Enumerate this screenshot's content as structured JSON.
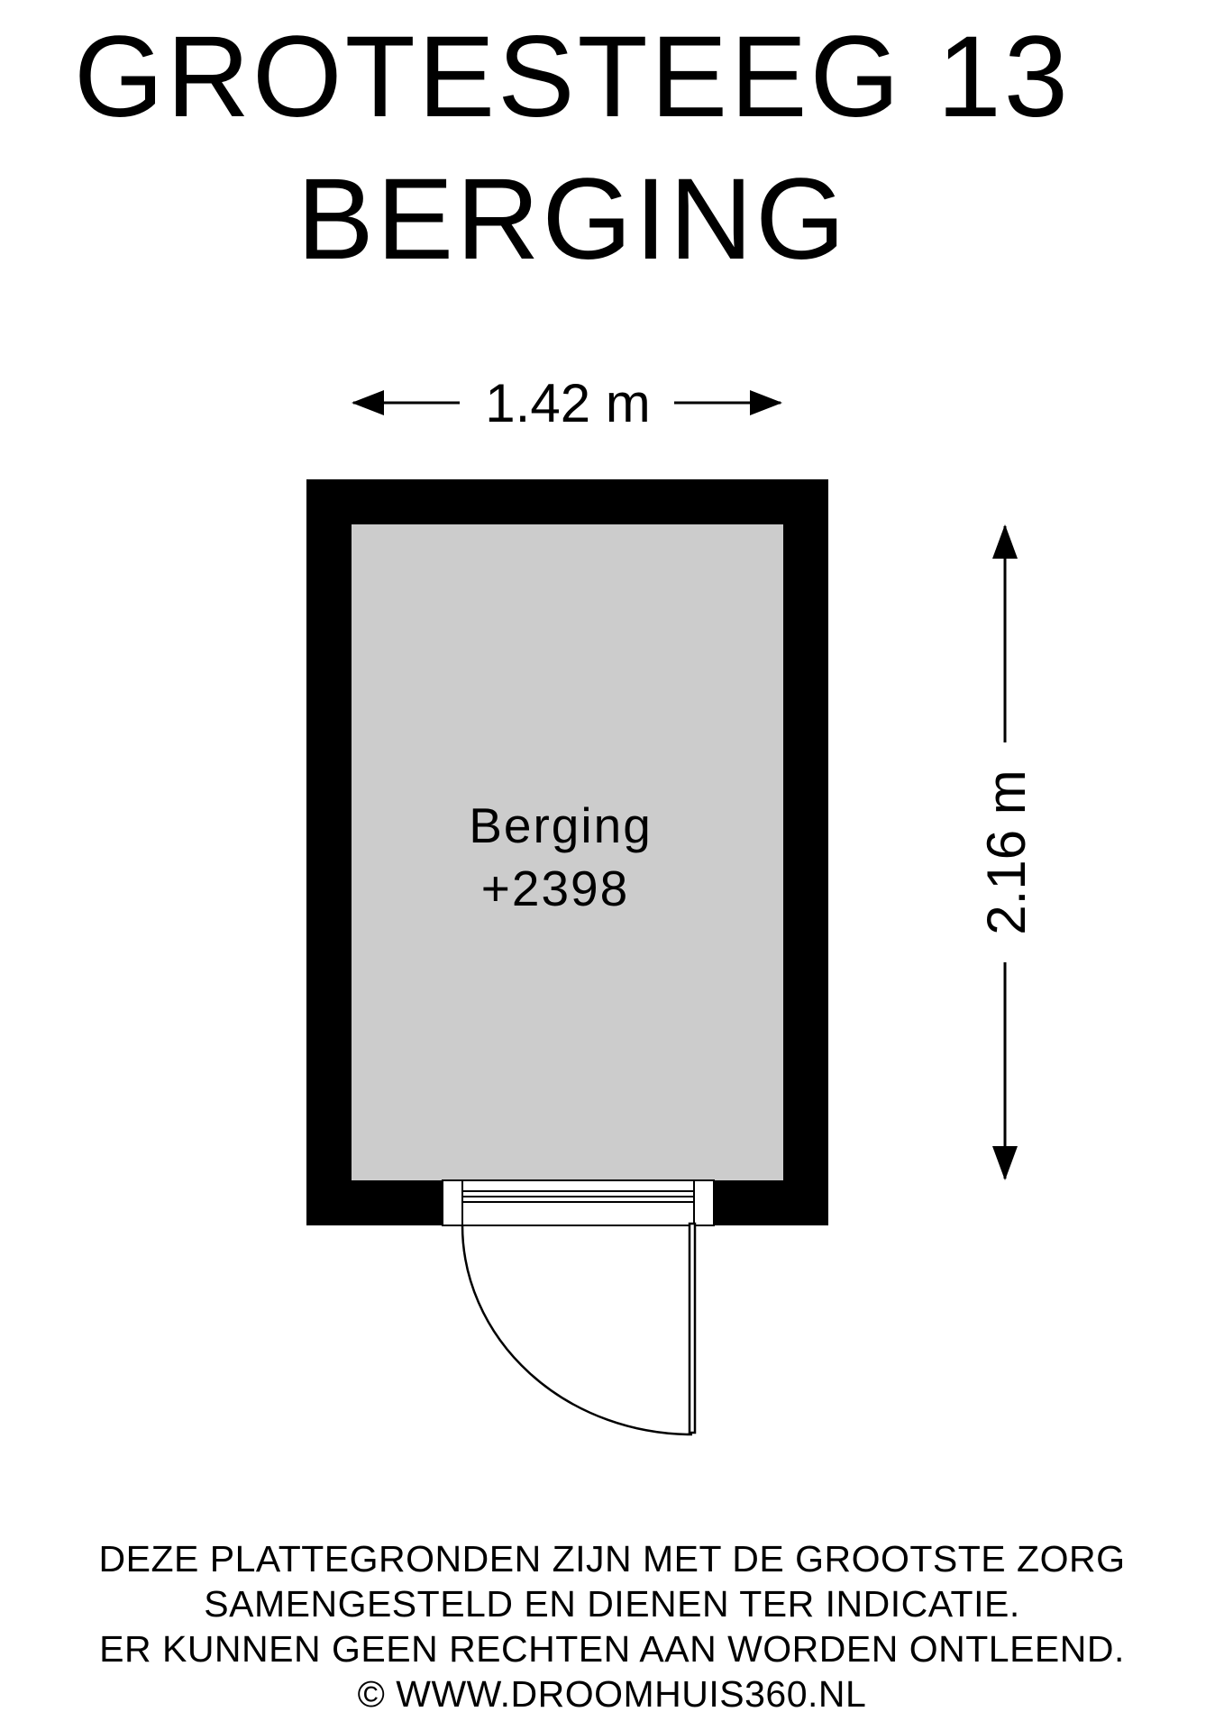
{
  "title": {
    "line1": "GROTESTEEG 13",
    "line2": "BERGING"
  },
  "dimensions": {
    "width": "1.42 m",
    "height": "2.16 m"
  },
  "room": {
    "name": "Berging",
    "level": "+2398"
  },
  "colors": {
    "wall": "#000000",
    "floor": "#cccccc",
    "background": "#ffffff"
  },
  "footer": {
    "line1": "DEZE PLATTEGRONDEN ZIJN MET DE GROOTSTE ZORG",
    "line2": "SAMENGESTELD EN DIENEN TER INDICATIE.",
    "line3": "ER KUNNEN GEEN RECHTEN AAN WORDEN ONTLEEND.",
    "line4": "© WWW.DROOMHUIS360.NL"
  }
}
